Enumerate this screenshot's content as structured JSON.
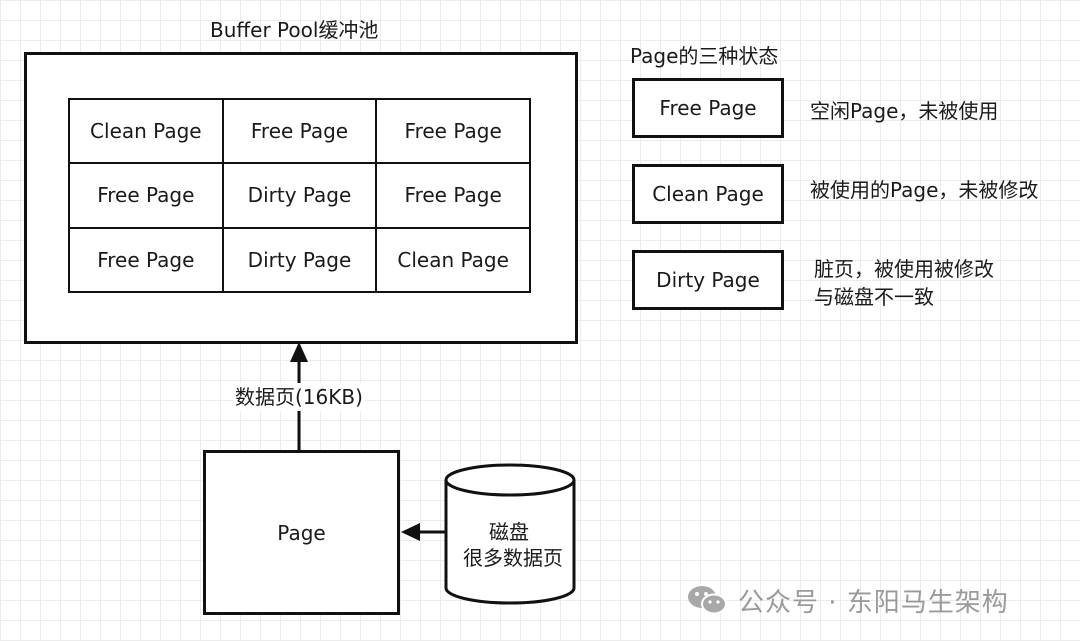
{
  "pool": {
    "title": "Buffer Pool缓冲池",
    "cells": [
      "Clean Page",
      "Free Page",
      "Free Page",
      "Free Page",
      "Dirty Page",
      "Free Page",
      "Free Page",
      "Dirty Page",
      "Clean Page"
    ]
  },
  "legend": {
    "title": "Page的三种状态",
    "items": [
      {
        "label": "Free Page",
        "desc_line1": "空闲Page，未被使用",
        "desc_line2": ""
      },
      {
        "label": "Clean Page",
        "desc_line1": "被使用的Page，未被修改",
        "desc_line2": ""
      },
      {
        "label": "Dirty Page",
        "desc_line1": "脏页，被使用被修改",
        "desc_line2": "与磁盘不一致"
      }
    ]
  },
  "arrow_label": "数据页(16KB)",
  "page_box": {
    "label": "Page"
  },
  "disk": {
    "line1": "磁盘",
    "line2": "很多数据页"
  },
  "watermark": {
    "text": "公众号 · 东阳马生架构",
    "icon": "wechat-icon"
  }
}
